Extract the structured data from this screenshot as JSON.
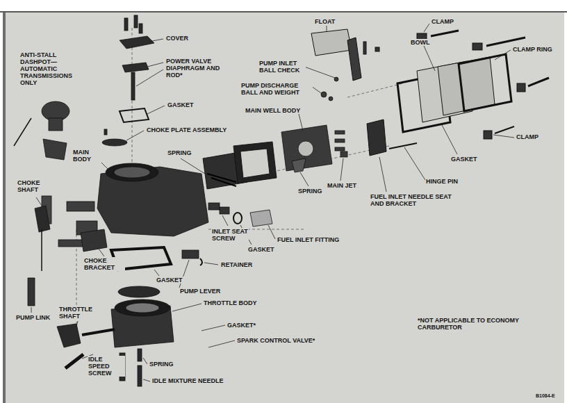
{
  "diagram": {
    "labels": [
      "COVER",
      "ANTI-STALL DASHPOT— AUTOMATIC TRANSMISSIONS ONLY",
      "POWER VALVE DIAPHRAGM AND ROD*",
      "GASKET",
      "CHOKE PLATE ASSEMBLY",
      "MAIN BODY",
      "SPRING",
      "CHOKE SHAFT",
      "CHOKE BRACKET",
      "GASKET",
      "PUMP LEVER",
      "RETAINER",
      "INLET SEAT SCREW",
      "GASKET",
      "FUEL INLET FITTING",
      "SPRING",
      "MAIN JET",
      "FLOAT",
      "PUMP INLET BALL CHECK",
      "PUMP DISCHARGE BALL AND WEIGHT",
      "MAIN WELL BODY",
      "CLAMP",
      "BOWL",
      "CLAMP RING",
      "CLAMP",
      "GASKET",
      "HINGE PIN",
      "FUEL INLET NEEDLE SEAT AND BRACKET",
      "PUMP LINK",
      "THROTTLE SHAFT",
      "THROTTLE BODY",
      "GASKET*",
      "SPARK CONTROL VALVE*",
      "IDLE SPEED SCREW",
      "SPRING",
      "IDLE MIXTURE NEEDLE",
      "*NOT APPLICABLE TO ECONOMY CARBURETOR",
      "B1084-E"
    ]
  }
}
